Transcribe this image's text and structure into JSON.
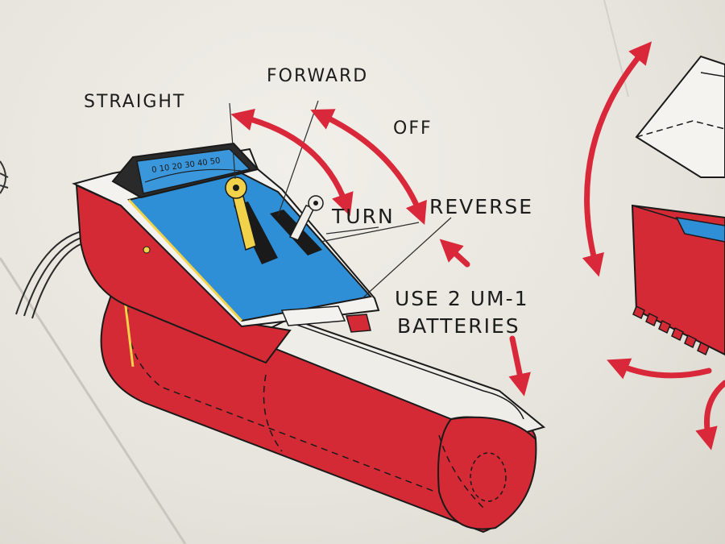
{
  "labels": {
    "straight": "STRAIGHT",
    "forward": "FORWARD",
    "off": "OFF",
    "turn": "TURN",
    "reverse": "REVERSE",
    "batteries_line1": "USE 2 UM-1",
    "batteries_line2": "BATTERIES"
  },
  "dial_scale": "0 10 20 30 40 50",
  "colors": {
    "red": "#d42a35",
    "blue": "#2f8fd6",
    "yellow": "#f2d24a",
    "paper": "#ecebe5",
    "arrow": "#d8283a",
    "ink": "#1c1c1c"
  }
}
